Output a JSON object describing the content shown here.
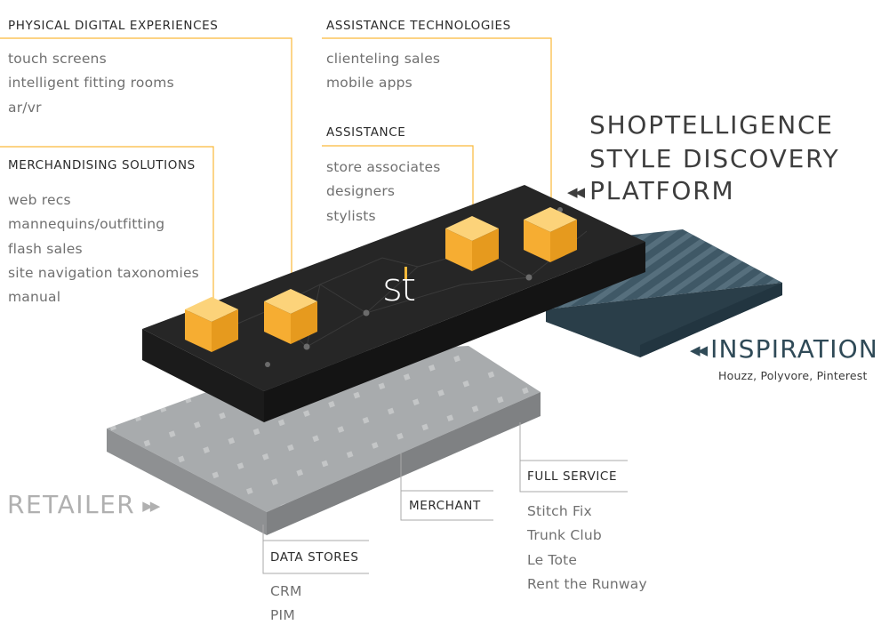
{
  "platform": {
    "title_lines": [
      "SHOPTELLIGENCE",
      "STYLE DISCOVERY",
      "PLATFORM"
    ],
    "logo_text": "st",
    "accent_color": "#f9b93a",
    "slab_color": "#262626"
  },
  "retailer": {
    "label": "RETAILER"
  },
  "inspiration": {
    "label": "INSPIRATION",
    "sources": "Houzz, Polyvore, Pinterest",
    "color": "#2f4a57"
  },
  "groups": {
    "physical": {
      "heading": "PHYSICAL DIGITAL EXPERIENCES",
      "items": [
        "touch screens",
        "intelligent fitting rooms",
        "ar/vr"
      ]
    },
    "merchandising": {
      "heading": "MERCHANDISING SOLUTIONS",
      "items": [
        "web recs",
        "mannequins/outfitting",
        "flash sales",
        "site navigation taxonomies",
        "manual"
      ]
    },
    "assistance_tech": {
      "heading": "ASSISTANCE TECHNOLOGIES",
      "items": [
        "clienteling sales",
        "mobile apps"
      ]
    },
    "assistance": {
      "heading": "ASSISTANCE",
      "items": [
        "store associates",
        "designers",
        "stylists"
      ]
    },
    "full_service": {
      "heading": "FULL SERVICE",
      "items": [
        "Stitch Fix",
        "Trunk Club",
        "Le Tote",
        "Rent the Runway"
      ]
    },
    "merchant": {
      "heading": "MERCHANT",
      "items": []
    },
    "data_stores": {
      "heading": "DATA STORES",
      "items": [
        "CRM",
        "PIM"
      ]
    }
  }
}
